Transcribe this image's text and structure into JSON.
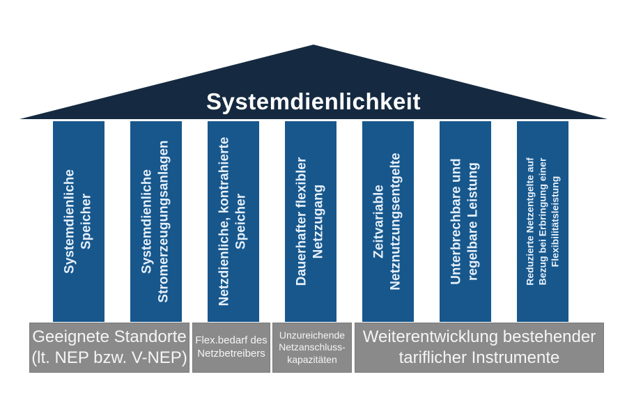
{
  "colors": {
    "c-roof": "#152a40",
    "c-pillar": "#17578c",
    "c-pillar-text": "#e6f0fa",
    "c-base": "#8a8a8a",
    "c-base-text": "#f5f5f5"
  },
  "roof": {
    "title": "Systemdienlichkeit"
  },
  "pillars": [
    {
      "label": "Systemdienliche\nSpeicher"
    },
    {
      "label": "Systemdienliche\nStromerzeugungsanlagen"
    },
    {
      "label": "Netzdienliche, kontrahierte\nSpeicher"
    },
    {
      "label": "Dauerhafter flexibler\nNetzzugang"
    },
    {
      "label": "Zeitvariable\nNetznutzungsentgelte"
    },
    {
      "label": "Unterbrechbare und\nregelbare Leistung"
    },
    {
      "label": "Reduzierte Netzentgelte auf\nBezug bei Erbringung einer\nFlexibilitätsleistung"
    }
  ],
  "base_boxes": [
    {
      "label": "Geeignete Standorte\n(lt. NEP bzw. V-NEP)"
    },
    {
      "label": "Flex.bedarf des\nNetzbetreibers"
    },
    {
      "label": "Unzureichende\nNetzanschluss-\nkapazitäten"
    },
    {
      "label": "Weiterentwicklung bestehender\ntariflicher Instrumente"
    }
  ]
}
